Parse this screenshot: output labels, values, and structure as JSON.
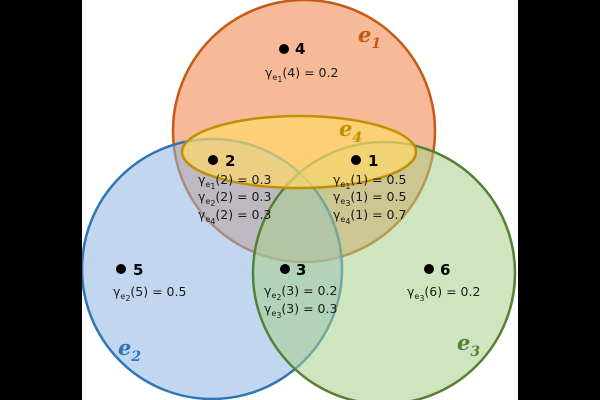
{
  "colors": {
    "e1": {
      "fill": "#f4a377",
      "stroke": "#c55a11",
      "label": "#c55a11"
    },
    "e2": {
      "fill": "#8fb6e2",
      "stroke": "#2e75b6",
      "label": "#2e75b6"
    },
    "e3": {
      "fill": "#a7d08c",
      "stroke": "#548235",
      "label": "#548235"
    },
    "e4": {
      "fill": "#ffd966",
      "stroke": "#bf9000",
      "label": "#bf9000"
    }
  },
  "edges": [
    {
      "id": "e1",
      "letter": "e",
      "sub": "1"
    },
    {
      "id": "e2",
      "letter": "e",
      "sub": "2"
    },
    {
      "id": "e3",
      "letter": "e",
      "sub": "3"
    },
    {
      "id": "e4",
      "letter": "e",
      "sub": "4"
    }
  ],
  "nodes": [
    {
      "label": "4",
      "weights": [
        {
          "edge": "1",
          "value": "(4) = 0.2"
        }
      ]
    },
    {
      "label": "2",
      "weights": [
        {
          "edge": "1",
          "value": "(2) = 0.3"
        },
        {
          "edge": "2",
          "value": "(2) = 0.3"
        },
        {
          "edge": "4",
          "value": "(2) = 0.3"
        }
      ]
    },
    {
      "label": "1",
      "weights": [
        {
          "edge": "1",
          "value": "(1) = 0.5"
        },
        {
          "edge": "3",
          "value": "(1) = 0.5"
        },
        {
          "edge": "4",
          "value": "(1) = 0.7"
        }
      ]
    },
    {
      "label": "5",
      "weights": [
        {
          "edge": "2",
          "value": "(5) = 0.5"
        }
      ]
    },
    {
      "label": "3",
      "weights": [
        {
          "edge": "2",
          "value": "(3) = 0.2"
        },
        {
          "edge": "3",
          "value": "(3) = 0.3"
        }
      ]
    },
    {
      "label": "6",
      "weights": [
        {
          "edge": "3",
          "value": "(6) = 0.2"
        }
      ]
    }
  ],
  "gamma_symbol": "γ",
  "edge_letter": "e"
}
